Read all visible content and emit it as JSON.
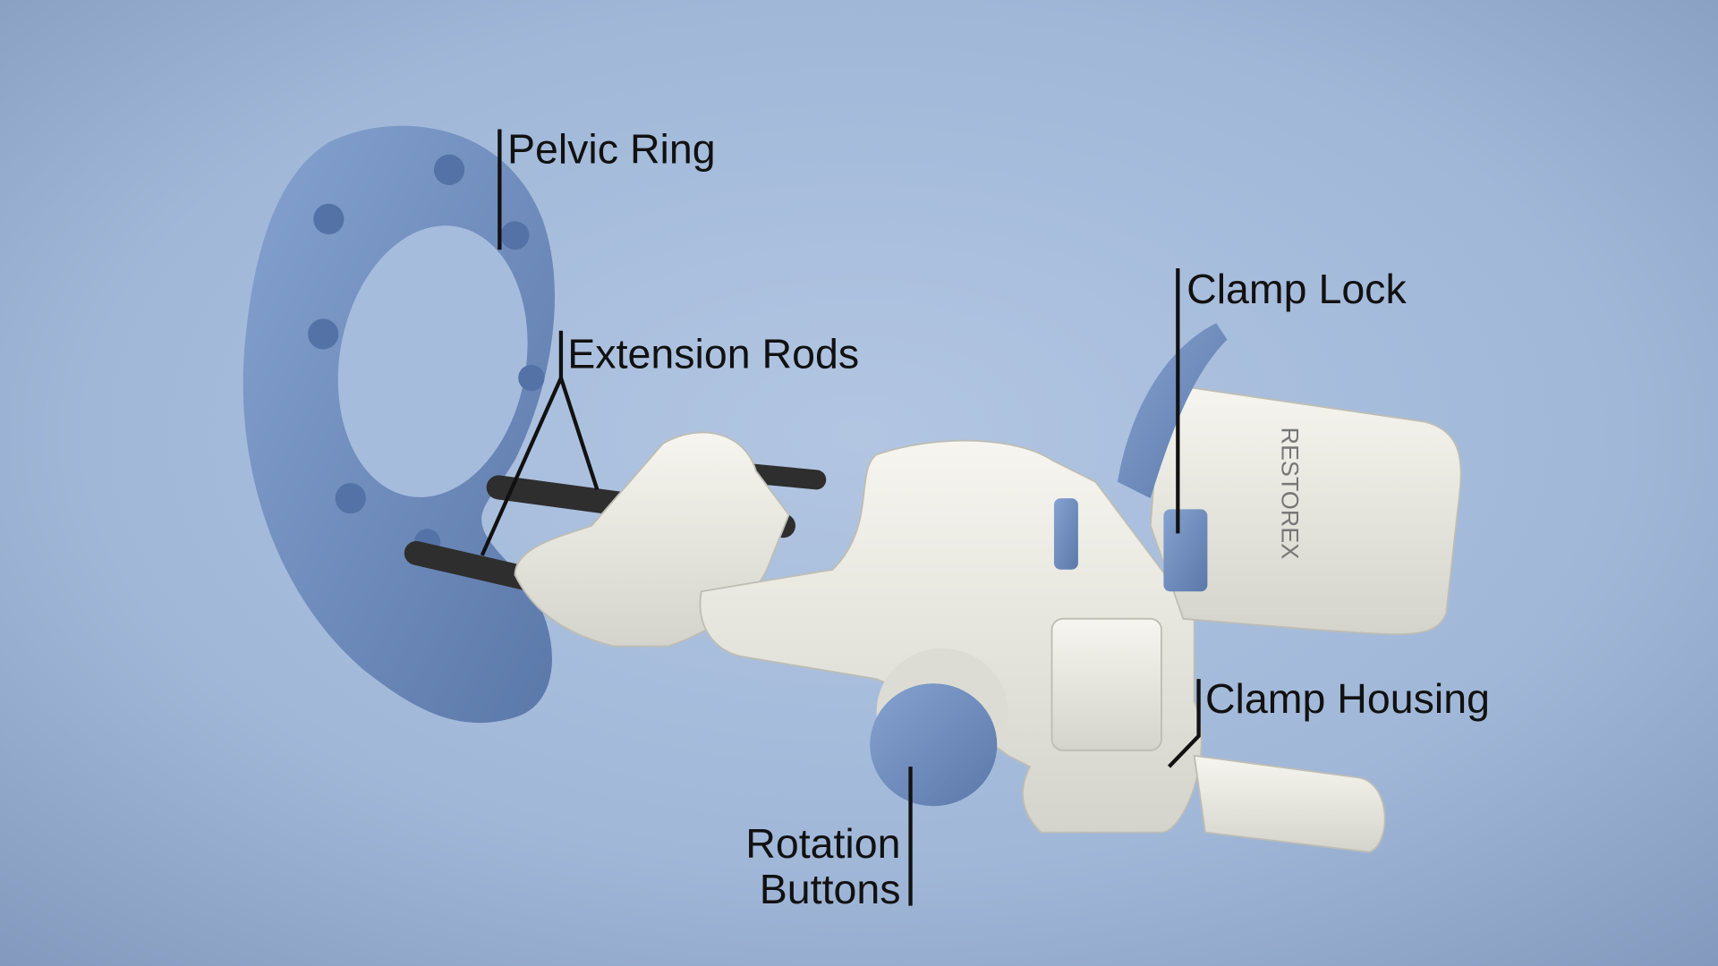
{
  "diagram": {
    "labels": {
      "pelvic_ring": "Pelvic Ring",
      "extension_rods": "Extension Rods",
      "clamp_lock": "Clamp Lock",
      "clamp_housing": "Clamp Housing",
      "rotation_buttons_line1": "Rotation",
      "rotation_buttons_line2": "Buttons"
    },
    "brand_mark": "RESTOREX"
  },
  "colors": {
    "background": "#a3b9d9",
    "device_blue": "#6f8fc2",
    "device_white": "#ecebe4",
    "rod": "#2e2e2e"
  }
}
